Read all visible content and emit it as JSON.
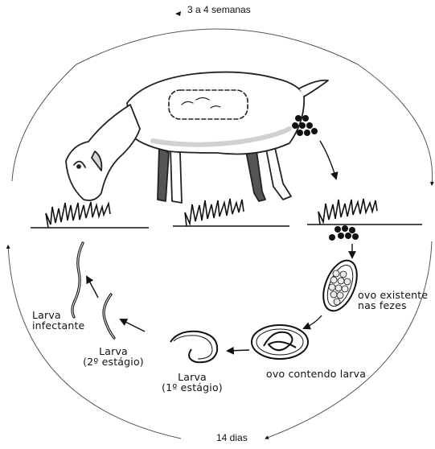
{
  "cycle": {
    "top_label": "3 a 4 semanas",
    "bottom_label": "14 dias"
  },
  "stages": {
    "ovo_fezes": "ovo existente\nnas fezes",
    "ovo_larva": "ovo contendo larva",
    "larva1_title": "Larva",
    "larva1_sub": "(1º estágio)",
    "larva2_title": "Larva",
    "larva2_sub": "(2º estágio)",
    "larva_inf_title": "Larva",
    "larva_inf_sub": "infectante"
  },
  "colors": {
    "ink": "#111111",
    "outline": "#222222",
    "animal_fill": "#ffffff",
    "animal_shade": "#d6d6d6",
    "leg_dark": "#555555",
    "egg_fill": "#ececec"
  }
}
